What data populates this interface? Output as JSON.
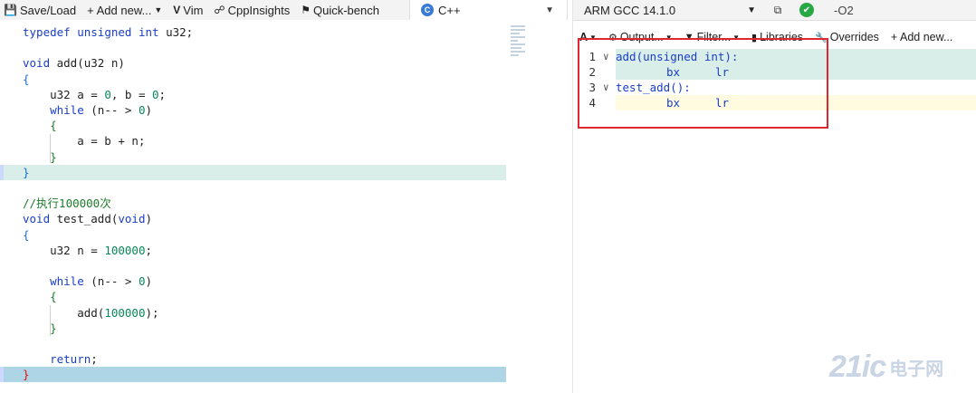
{
  "toolbar": {
    "save_load": "Save/Load",
    "add_new": "+ Add new...",
    "vim": "Vim",
    "cppinsights": "CppInsights",
    "quick_bench": "Quick-bench"
  },
  "language": {
    "name": "C++"
  },
  "source_lines": [
    {
      "tokens": [
        {
          "t": "typedef",
          "c": "kw"
        },
        {
          "t": " "
        },
        {
          "t": "unsigned",
          "c": "kw"
        },
        {
          "t": " "
        },
        {
          "t": "int",
          "c": "kw"
        },
        {
          "t": " u32;"
        }
      ]
    },
    {
      "tokens": []
    },
    {
      "tokens": [
        {
          "t": "void",
          "c": "kw"
        },
        {
          "t": " add(u32 n)"
        }
      ]
    },
    {
      "tokens": [
        {
          "t": "{",
          "c": "br"
        }
      ]
    },
    {
      "tokens": [
        {
          "t": "    u32 a = "
        },
        {
          "t": "0",
          "c": "num"
        },
        {
          "t": ", b = "
        },
        {
          "t": "0",
          "c": "num"
        },
        {
          "t": ";"
        }
      ]
    },
    {
      "tokens": [
        {
          "t": "    "
        },
        {
          "t": "while",
          "c": "kw"
        },
        {
          "t": " (n-- > "
        },
        {
          "t": "0",
          "c": "num"
        },
        {
          "t": ")"
        }
      ]
    },
    {
      "tokens": [
        {
          "t": "    "
        },
        {
          "t": "{",
          "c": "cm"
        }
      ]
    },
    {
      "tokens": [
        {
          "t": "        a = b + n;"
        }
      ]
    },
    {
      "tokens": [
        {
          "t": "    "
        },
        {
          "t": "}",
          "c": "cm"
        }
      ]
    },
    {
      "tokens": [
        {
          "t": "}",
          "c": "br"
        }
      ],
      "hl": "green"
    },
    {
      "tokens": []
    },
    {
      "tokens": [
        {
          "t": "//执行100000次",
          "c": "cm"
        }
      ]
    },
    {
      "tokens": [
        {
          "t": "void",
          "c": "kw"
        },
        {
          "t": " test_add("
        },
        {
          "t": "void",
          "c": "kw"
        },
        {
          "t": ")"
        }
      ]
    },
    {
      "tokens": [
        {
          "t": "{",
          "c": "br"
        }
      ]
    },
    {
      "tokens": [
        {
          "t": "    u32 n = "
        },
        {
          "t": "100000",
          "c": "num"
        },
        {
          "t": ";"
        }
      ]
    },
    {
      "tokens": []
    },
    {
      "tokens": [
        {
          "t": "    "
        },
        {
          "t": "while",
          "c": "kw"
        },
        {
          "t": " (n-- > "
        },
        {
          "t": "0",
          "c": "num"
        },
        {
          "t": ")"
        }
      ]
    },
    {
      "tokens": [
        {
          "t": "    "
        },
        {
          "t": "{",
          "c": "cm"
        }
      ]
    },
    {
      "tokens": [
        {
          "t": "        add("
        },
        {
          "t": "100000",
          "c": "num"
        },
        {
          "t": ");"
        }
      ]
    },
    {
      "tokens": [
        {
          "t": "    "
        },
        {
          "t": "}",
          "c": "cm"
        }
      ]
    },
    {
      "tokens": []
    },
    {
      "tokens": [
        {
          "t": "    "
        },
        {
          "t": "return",
          "c": "kw"
        },
        {
          "t": ";"
        }
      ]
    },
    {
      "tokens": [
        {
          "t": "}",
          "c": "red-brace"
        }
      ],
      "hl": "blue"
    }
  ],
  "compiler": {
    "name": "ARM GCC 14.1.0",
    "options": "-O2"
  },
  "output_toolbar": {
    "font": "A",
    "output": "Output...",
    "filter": "Filter...",
    "libraries": "Libraries",
    "overrides": "Overrides",
    "add_new": "+ Add new..."
  },
  "asm_lines": [
    {
      "num": "1",
      "fold": true,
      "label": "add(unsigned int):",
      "hl": "green"
    },
    {
      "num": "2",
      "instr": "bx",
      "reg": "lr",
      "hl": "green"
    },
    {
      "num": "3",
      "fold": true,
      "label": "test_add():",
      "hl": ""
    },
    {
      "num": "4",
      "instr": "bx",
      "reg": "lr",
      "hl": "yellow"
    }
  ],
  "watermark": {
    "num": "21ic",
    "cn": "电子网"
  },
  "colors": {
    "highlight_green": "#d9ede9",
    "highlight_blue": "#add5e6",
    "highlight_yellow": "#fffbe0",
    "box_red": "#e0272f"
  },
  "icons": [
    "save-icon",
    "vim-icon",
    "cppinsights-icon",
    "quick-bench-icon",
    "cpp-logo-icon",
    "chevron-down-icon",
    "popout-icon",
    "check-circle-icon",
    "gear-icon",
    "filter-icon",
    "book-icon",
    "wrench-icon"
  ]
}
